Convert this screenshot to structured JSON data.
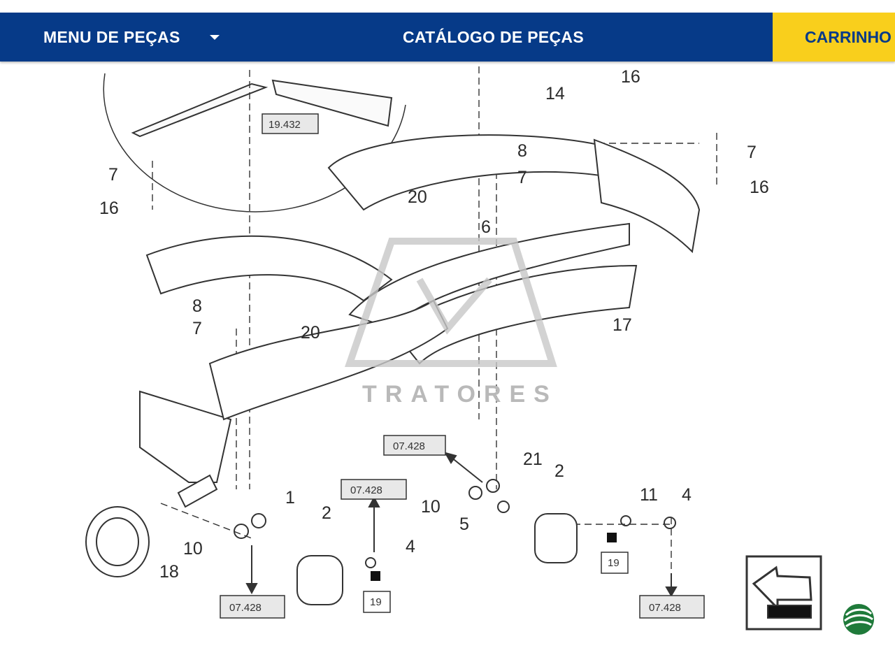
{
  "nav": {
    "menu_label": "MENU DE PEÇAS",
    "catalog_label": "CATÁLOGO DE PEÇAS",
    "cart_label": "CARRINHO",
    "accent_color": "#063a88",
    "cart_color": "#f9cf1c"
  },
  "diagram": {
    "watermark": "TRATORES",
    "ref_labels": [
      "19.432",
      "07.428",
      "07.428",
      "07.428",
      "07.428",
      "19",
      "19"
    ],
    "part_numbers": [
      "16",
      "14",
      "8",
      "7",
      "7",
      "16",
      "20",
      "6",
      "7",
      "16",
      "8",
      "7",
      "20",
      "17",
      "1",
      "2",
      "21",
      "2",
      "10",
      "10",
      "5",
      "11",
      "4",
      "4",
      "18"
    ],
    "back_icon": "back-arrow-icon",
    "logo_icon": "green-leaf-logo-icon"
  }
}
